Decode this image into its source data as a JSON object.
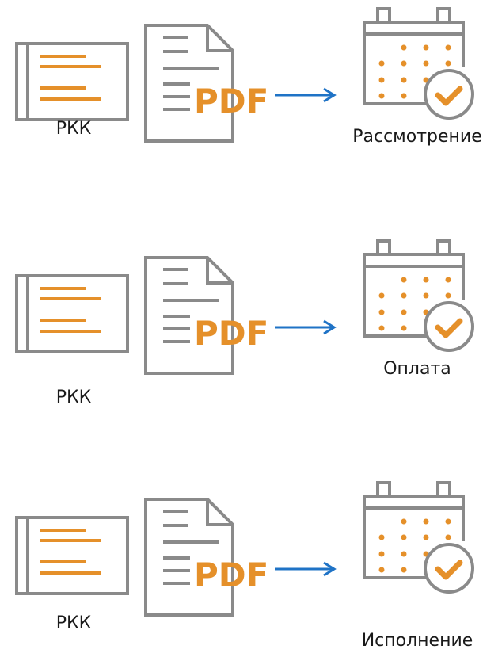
{
  "colors": {
    "gray": "#8a8a8a",
    "orange": "#e5902a",
    "blue": "#1f73c6",
    "text": "#1a1a1a"
  },
  "icons": {
    "card": "document-card-icon",
    "pdf": "pdf-file-icon",
    "arrow": "arrow-right-icon",
    "calendar": "calendar-check-icon"
  },
  "rows": [
    {
      "source_label": "РКК",
      "pdf_label": "PDF",
      "status_label": "Рассмотрение"
    },
    {
      "source_label": "РКК",
      "pdf_label": "PDF",
      "status_label": "Оплата"
    },
    {
      "source_label": "РКК",
      "pdf_label": "PDF",
      "status_label": "Исполнение"
    }
  ]
}
